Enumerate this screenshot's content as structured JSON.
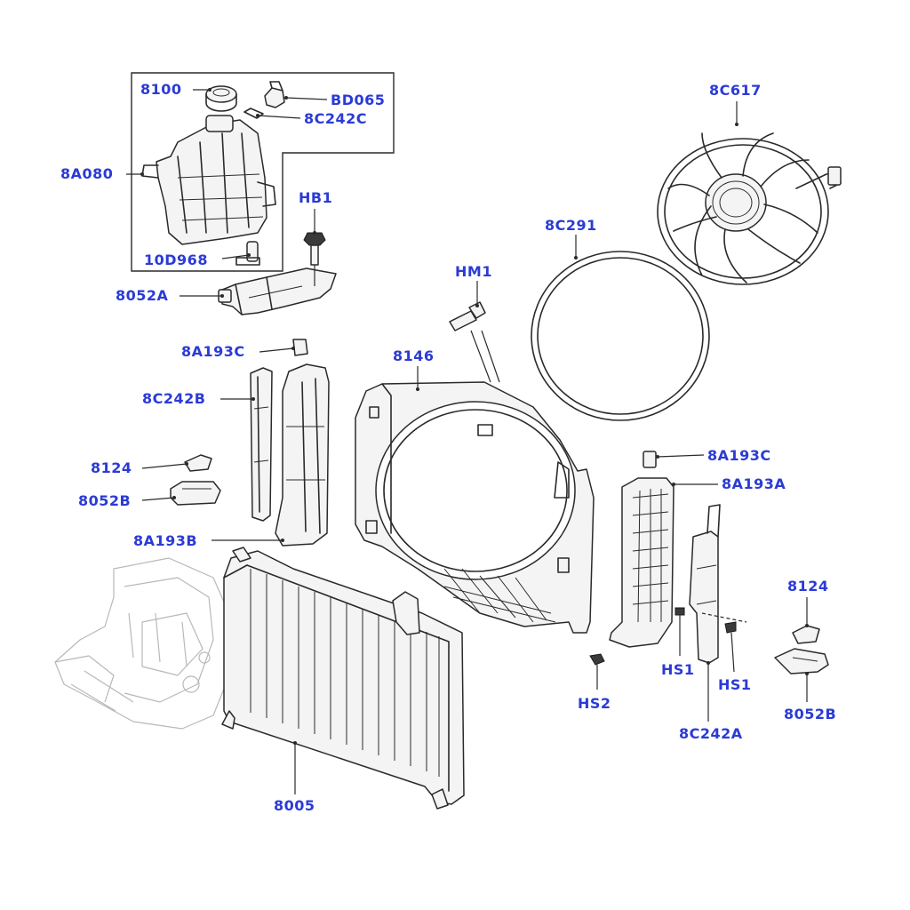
{
  "colors": {
    "label": "#2b3bd6",
    "line": "#2a2a2a",
    "ghost": "#b8b8b8"
  },
  "labels": {
    "l_8100": "8100",
    "l_bd065": "BD065",
    "l_8c242c": "8C242C",
    "l_8a080": "8A080",
    "l_10d968": "10D968",
    "l_hb1": "HB1",
    "l_8052a": "8052A",
    "l_8c617": "8C617",
    "l_8c291": "8C291",
    "l_hm1": "HM1",
    "l_8146": "8146",
    "l_8a193c_left": "8A193C",
    "l_8c242b": "8C242B",
    "l_8124_left": "8124",
    "l_8052b_left": "8052B",
    "l_8a193b": "8A193B",
    "l_8a193c_right": "8A193C",
    "l_8a193a": "8A193A",
    "l_8124_right": "8124",
    "l_hs1_a": "HS1",
    "l_hs1_b": "HS1",
    "l_hs2": "HS2",
    "l_8052b_right": "8052B",
    "l_8c242a": "8C242A",
    "l_8005": "8005"
  }
}
